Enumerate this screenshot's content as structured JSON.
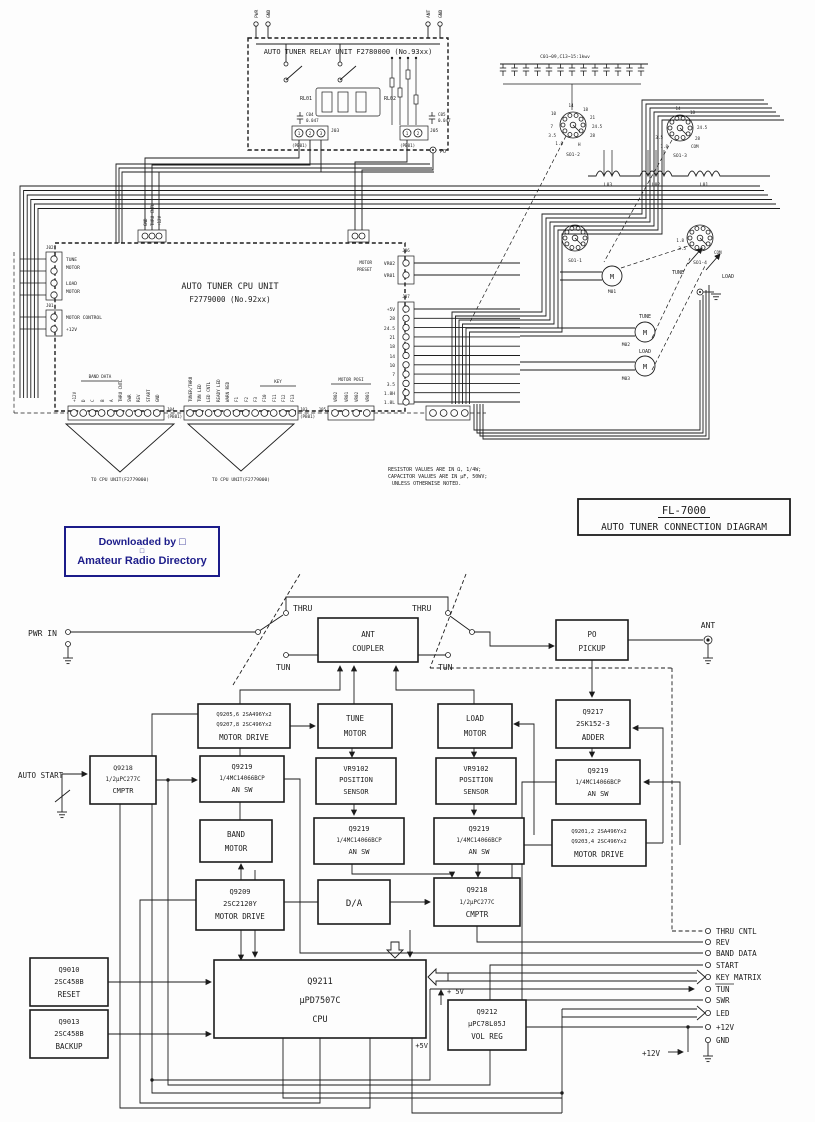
{
  "colors": {
    "ink": "#1c1c1c",
    "stamp_blue": "#1c1c8a",
    "paper": "#fdfdfd"
  },
  "schematic": {
    "relay_unit_title": "AUTO TUNER RELAY UNIT F2780000 (No.93xx)",
    "cpu_unit_title_line1": "AUTO TUNER CPU UNIT",
    "cpu_unit_title_line2": "F2779000 (No.92xx)",
    "top_terminals": [
      "PWR",
      "GND",
      "ANT",
      "GND"
    ],
    "relay_labels": {
      "rl01": "RL01",
      "rl02": "RL02",
      "c04": "C04",
      "c04_val": "0.047",
      "c05": "C05",
      "c05_val": "0.047",
      "j03": "J03",
      "j05": "J05",
      "pb": "(PB01)",
      "po": "PO",
      "pins3": [
        "1",
        "2",
        "3"
      ],
      "pins2": [
        "1",
        "2"
      ]
    },
    "cap_bank_note": "C01~09,C13~15:1kwv",
    "rotary": [
      "SO1-2",
      "SO1-3",
      "SO1-1",
      "SO1-4"
    ],
    "rotary_positions": [
      "1.8",
      "3.5",
      "7",
      "10",
      "14",
      "18",
      "21",
      "24.5",
      "28",
      "H",
      "COM"
    ],
    "inductors": [
      "L03",
      "L02",
      "L01"
    ],
    "motors": {
      "m_letter": "M",
      "m01": "M01",
      "m02": "M02",
      "m03": "M03",
      "tune": "TUNE",
      "load": "LOAD"
    },
    "cpu_left": {
      "j02": "J02",
      "pins_j02": [
        "TUNE",
        "MOTOR",
        "LOAD",
        "MOTOR"
      ],
      "j01": "J01",
      "pins_j01": [
        "MOTOR CONTROL",
        "+12V"
      ]
    },
    "cpu_right": {
      "j06": "J06",
      "preset1": "MOTOR",
      "preset2": "PRESET",
      "pins_j06": [
        "VR02",
        "VR01"
      ],
      "j07": "J07",
      "pins_j07": [
        "+5V",
        "28",
        "24.5",
        "21",
        "18",
        "14",
        "10",
        "7",
        "3.5",
        "1.8H",
        "1.8L"
      ]
    },
    "cpu_top_pins": [
      "GND",
      "THRU CNTL",
      "+12V"
    ],
    "j04": {
      "name": "J04",
      "bracket": "BAND DATA",
      "pins": [
        "+12V",
        "D",
        "C",
        "B",
        "A",
        "THRU CNTL",
        "SWR",
        "REV",
        "START",
        "GND"
      ]
    },
    "j03b": {
      "name": "J03",
      "bracket": "KEY",
      "pins": [
        "TUNER/THRU",
        "TUN LED",
        "LED CNTL",
        "READY LED",
        "WARN RED",
        "F1",
        "F2",
        "F3",
        "F10",
        "F11",
        "F12",
        "F13"
      ]
    },
    "j05b": {
      "name": "J05",
      "bracket": "MOTOR POSI",
      "pins": [
        "VR02",
        "VR01",
        "VR02",
        "VR01"
      ]
    },
    "arrow_label": "TO CPU UNIT(F2779000)",
    "notes": [
      "RESISTOR VALUES ARE IN Ω, 1/4W;",
      "CAPACITOR VALUES ARE IN μF, 50WV;",
      "UNLESS OTHERWISE NOTED."
    ]
  },
  "title_block": {
    "model": "FL-7000",
    "title": "AUTO TUNER CONNECTION DIAGRAM"
  },
  "stamp": {
    "line1": "Downloaded by □",
    "line2": "□",
    "line3": "Amateur Radio Directory"
  },
  "blocks": {
    "ant_coupler": [
      "ANT",
      "COUPLER"
    ],
    "po_pickup": [
      "PO",
      "PICKUP"
    ],
    "md_tune": [
      "Q9205,6 2SA496Yx2",
      "Q9207,8 2SC496Yx2",
      "MOTOR DRIVE"
    ],
    "tune_motor": [
      "TUNE",
      "MOTOR"
    ],
    "load_motor": [
      "LOAD",
      "MOTOR"
    ],
    "adder": [
      "Q9217",
      "2SK152-3",
      "ADDER"
    ],
    "cmptr_auto": [
      "Q9218",
      "1/2μPC277C",
      "CMPTR"
    ],
    "an_sw_1": [
      "Q9219",
      "1/4MC14066BCP",
      "AN SW"
    ],
    "sensor_tune": [
      "VR9102",
      "POSITION",
      "SENSOR"
    ],
    "sensor_load": [
      "VR9102",
      "POSITION",
      "SENSOR"
    ],
    "an_sw_rt": [
      "Q9219",
      "1/4MC14066BCP",
      "AN SW"
    ],
    "band_motor": [
      "BAND",
      "MOTOR"
    ],
    "an_sw_tune": [
      "Q9219",
      "1/4MC14066BCP",
      "AN SW"
    ],
    "an_sw_load": [
      "Q9219",
      "1/4MC14066BCP",
      "AN SW"
    ],
    "md_right": [
      "Q9201,2 2SA496Yx2",
      "Q9203,4 2SC496Yx2",
      "MOTOR DRIVE"
    ],
    "md_band": [
      "Q9209",
      "2SC2120Y",
      "MOTOR DRIVE"
    ],
    "da": [
      "D/A"
    ],
    "cmptr_2": [
      "Q9218",
      "1/2μPC277C",
      "CMPTR"
    ],
    "reset": [
      "Q9010",
      "2SC458B",
      "RESET"
    ],
    "backup": [
      "Q9013",
      "2SC458B",
      "BACKUP"
    ],
    "cpu": [
      "Q9211",
      "μPD7507C",
      "CPU"
    ],
    "vol_reg": [
      "Q9212",
      "μPC78L05J",
      "VOL REG"
    ]
  },
  "labels": {
    "pwr_in": "PWR IN",
    "auto_start": "AUTO START",
    "thru": "THRU",
    "tun": "TUN",
    "ant": "ANT",
    "p5v_a": "+ 5V",
    "p5v_b": "+5V",
    "p12v": "+12V"
  },
  "terminals": [
    "THRU CNTL",
    "REV",
    "BAND DATA",
    "START",
    "KEY MATRIX",
    "TUN",
    "SWR",
    "LED",
    "+12V",
    "GND"
  ]
}
